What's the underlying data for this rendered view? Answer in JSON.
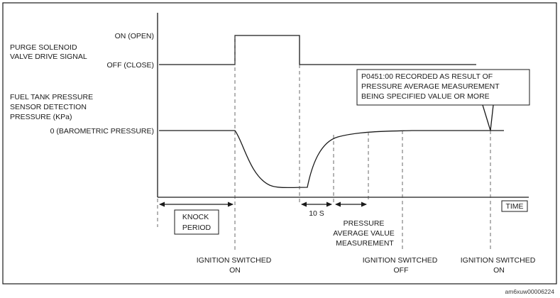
{
  "signals": {
    "purge": {
      "label_lines": [
        "PURGE SOLENOID",
        "VALVE DRIVE SIGNAL"
      ],
      "on_label": "ON (OPEN)",
      "off_label": "OFF (CLOSE)"
    },
    "pressure": {
      "label_lines": [
        "FUEL TANK PRESSURE",
        "SENSOR DETECTION",
        "PRESSURE (KPa)"
      ],
      "zero_label": "0 (BAROMETRIC PRESSURE)"
    }
  },
  "callout": {
    "lines": [
      "P0451:00 RECORDED AS RESULT OF",
      "PRESSURE AVERAGE MEASUREMENT",
      "BEING SPECIFIED VALUE OR MORE"
    ]
  },
  "time_label": "TIME",
  "intervals": {
    "knock_lines": [
      "KNOCK",
      "PERIOD"
    ],
    "ten_s": "10 S",
    "avg_lines": [
      "PRESSURE",
      "AVERAGE VALUE",
      "MEASUREMENT"
    ]
  },
  "events": [
    {
      "lines": [
        "IGNITION SWITCHED",
        "ON"
      ]
    },
    {
      "lines": [
        "IGNITION SWITCHED",
        "OFF"
      ]
    },
    {
      "lines": [
        "IGNITION SWITCHED",
        "ON"
      ]
    }
  ],
  "figure_id": "am6xuw00006224"
}
